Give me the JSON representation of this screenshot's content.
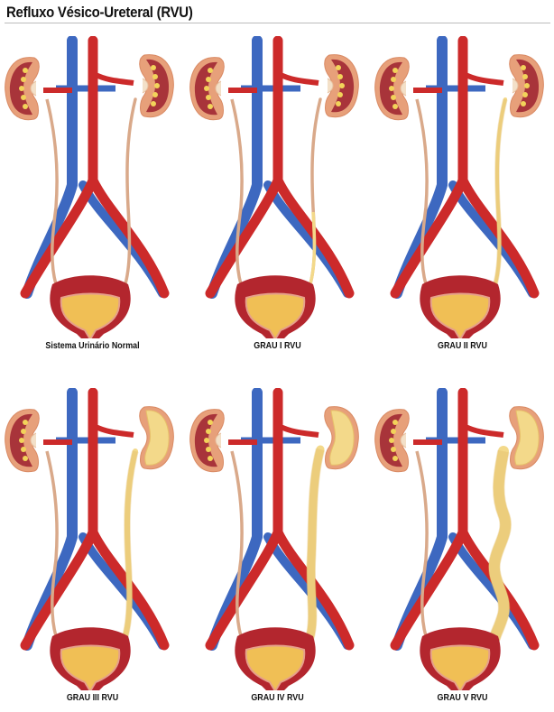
{
  "title": "Refluxo Vésico-Ureteral (RVU)",
  "colors": {
    "artery": "#cc2a2a",
    "vein": "#3d68c0",
    "ureter_normal": "#d9a98a",
    "urine": "#f3d98a",
    "bladder_wall": "#b3262e",
    "bladder_fill": "#f0bf55"
  },
  "panels": [
    {
      "label": "Sistema Urinário Normal",
      "grade": 0
    },
    {
      "label": "GRAU I RVU",
      "grade": 1
    },
    {
      "label": "GRAU II RVU",
      "grade": 2
    },
    {
      "label": "GRAU III RVU",
      "grade": 3
    },
    {
      "label": "GRAU IV RVU",
      "grade": 4
    },
    {
      "label": "GRAU V RVU",
      "grade": 5
    }
  ]
}
